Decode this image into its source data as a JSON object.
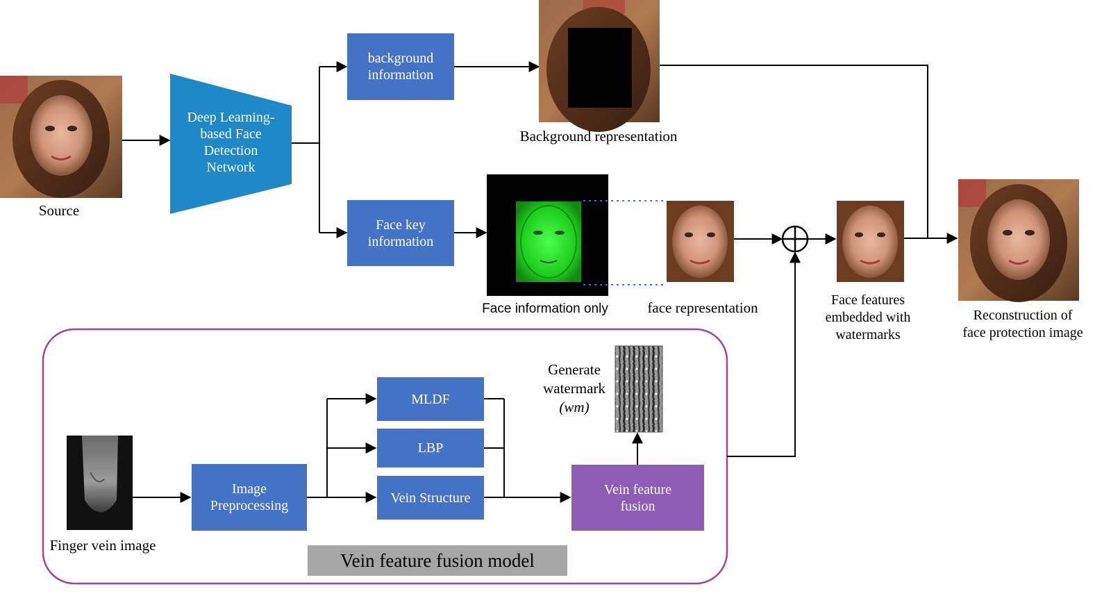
{
  "colors": {
    "box_blue": "#4472C4",
    "trapezoid_blue": "#1F88C8",
    "fusion_purple": "#8E5BB5",
    "frame_purple": "#A0449B",
    "title_gray": "#A6A6A6",
    "dotted_blue": "#4472C4",
    "green_face": "#1ECC1E"
  },
  "nodes": {
    "source_label": "Source",
    "detector": "Deep Learning-\nbased Face\nDetection\nNetwork",
    "background_info": "background\ninformation",
    "face_key_info": "Face key\ninformation",
    "background_rep_label": "Background representation",
    "face_info_only_label": "Face information only",
    "face_rep_label": "face representation",
    "embedded_label": "Face features\nembedded with\nwatermarks",
    "reconstruction_label": "Reconstruction of\nface protection image",
    "combine_symbol": "⊕"
  },
  "vein_model": {
    "title": "Vein feature fusion model",
    "finger_vein_label": "Finger vein image",
    "preprocessing": "Image\nPreprocessing",
    "mldf": "MLDF",
    "lbp": "LBP",
    "vein_structure": "Vein Structure",
    "fusion": "Vein feature\nfusion",
    "generate_line1": "Generate",
    "generate_line2": "watermark",
    "generate_line3": "(wm)"
  },
  "icons": {
    "source_photo": "face-photo-icon",
    "masked_photo": "masked-face-photo-icon",
    "green_face": "green-face-map-icon",
    "face_crop": "face-crop-photo-icon",
    "watermark": "watermark-pattern-icon",
    "finger_vein": "finger-vein-photo-icon"
  }
}
